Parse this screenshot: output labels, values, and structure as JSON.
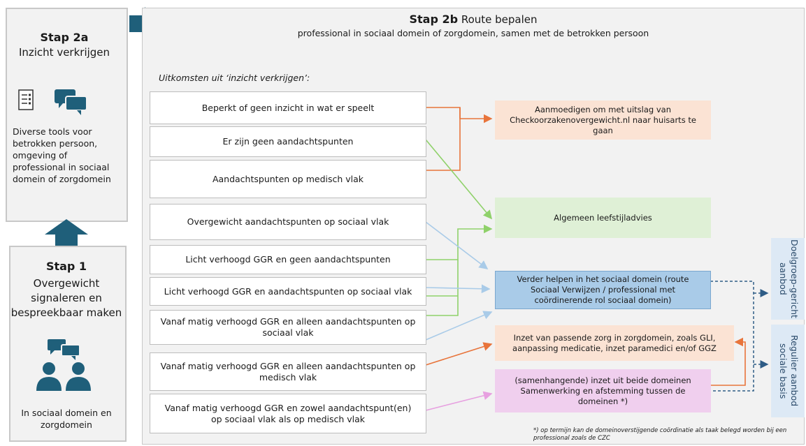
{
  "step2a": {
    "title": "Stap 2a",
    "subtitle": "Inzicht verkrijgen",
    "description": "Diverse tools voor betrokken persoon, omgeving of professional in sociaal domein of zorgdomein"
  },
  "step1": {
    "title": "Stap 1",
    "subtitle": "Overgewicht signaleren en bespreekbaar maken",
    "footer": "In sociaal domein en zorgdomein"
  },
  "step2b": {
    "title_bold": "Stap 2b",
    "title_rest": "Route bepalen",
    "subtitle": "professional in sociaal domein of zorgdomein, samen met de betrokken persoon"
  },
  "results_label": "Uitkomsten uit ‘inzicht verkrijgen’:",
  "outcomes": [
    "Beperkt of geen inzicht in wat er speelt",
    "Er zijn geen aandachtspunten",
    "Aandachtspunten op medisch vlak",
    "Overgewicht aandachtspunten op sociaal vlak",
    "Licht verhoogd GGR en geen aandachtspunten",
    "Licht verhoogd GGR en aandachtspunten op sociaal vlak",
    "Vanaf matig verhoogd GGR en alleen aandachtspunten op sociaal vlak",
    "Vanaf matig verhoogd GGR en alleen aandachtspunten op medisch vlak",
    "Vanaf matig verhoogd GGR en zowel aandachtspunt(en) op sociaal vlak als op medisch vlak"
  ],
  "routes": {
    "checkoorzaken": "Aanmoedigen om met uitslag van Checkoorzakenovergewicht.nl naar huisarts te gaan",
    "leefstijladvies": "Algemeen leefstijladvies",
    "sociaal_domein": "Verder helpen in het sociaal domein (route Sociaal Verwijzen / professional met coördinerende rol sociaal domein)",
    "zorgdomein": "Inzet van passende zorg in zorgdomein, zoals GLI, aanpassing medicatie, inzet paramedici en/of GGZ",
    "beide_domeinen": "(samenhangende) inzet uit beide domeinen Samenwerking en afstemming tussen de domeinen *)"
  },
  "offers": {
    "doelgroep": "Doelgroep-gericht aanbod",
    "regulier": "Regulier aanbod sociale basis"
  },
  "footnote": "*) op termijn kan de domeinoverstijgende coördinatie als taak belegd worden bij een professional zoals de CZC",
  "colors": {
    "orange": "#e8743b",
    "green": "#8fd16a",
    "light_blue": "#a9cbe8",
    "pink": "#e7a0e0",
    "dark_teal": "#1f5f7a",
    "navy": "#2e5c86"
  },
  "icons": [
    "checklist-icon",
    "chat-bubbles-icon",
    "people-talking-icon",
    "arrow-right-icon",
    "arrow-up-icon"
  ]
}
